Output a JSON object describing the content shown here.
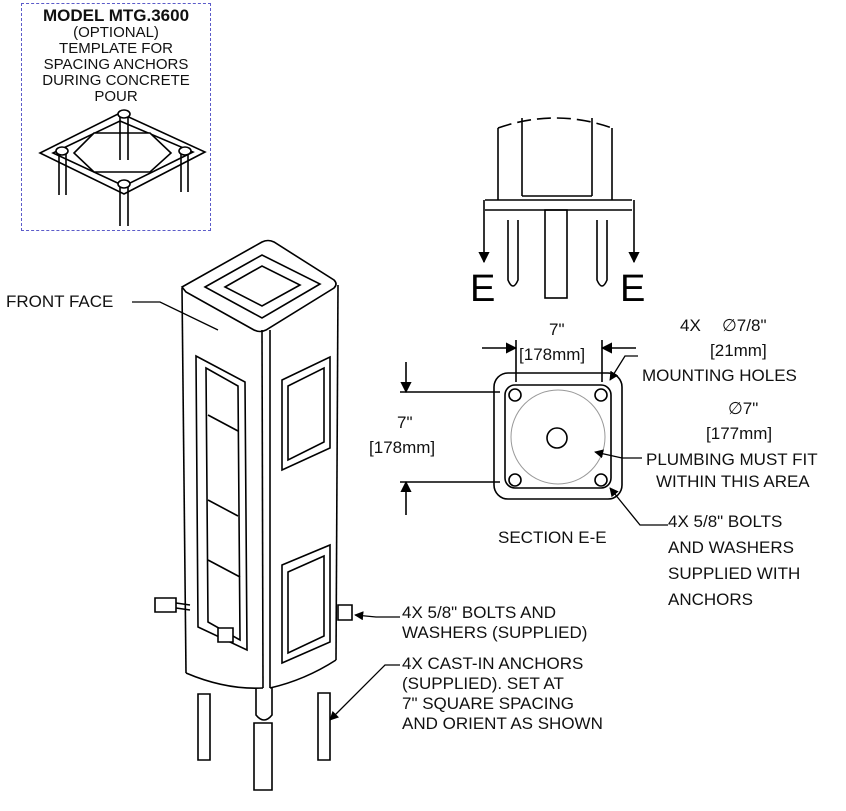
{
  "template_inset": {
    "title": "MODEL MTG.3600",
    "lines": [
      "(OPTIONAL)",
      "TEMPLATE FOR",
      "SPACING ANCHORS",
      "DURING CONCRETE",
      "POUR"
    ]
  },
  "front_face_label": "FRONT FACE",
  "section_cut_letters": [
    "E",
    "E"
  ],
  "section_view": {
    "width_dim_in": "7\"",
    "width_dim_mm": "178mm",
    "height_dim_in": "7\"",
    "height_dim_mm": "178mm",
    "holes_callout": {
      "count": "4X",
      "diameter_in": "∅7/8\"",
      "diameter_mm": "21mm",
      "label": "MOUNTING HOLES"
    },
    "plumbing_callout": {
      "diameter_in": "∅7\"",
      "diameter_mm": "177mm",
      "lines": [
        "PLUMBING MUST FIT",
        "WITHIN THIS AREA"
      ]
    },
    "title": "SECTION E-E"
  },
  "section_bolts_callout": [
    "4X 5/8\" BOLTS",
    "AND WASHERS",
    "SUPPLIED WITH",
    "ANCHORS"
  ],
  "main_bolts_callout": [
    "4X 5/8\" BOLTS AND",
    "WASHERS (SUPPLIED)"
  ],
  "anchors_callout": [
    "4X CAST-IN ANCHORS",
    "(SUPPLIED).  SET AT",
    "7\" SQUARE SPACING",
    "AND ORIENT AS SHOWN"
  ]
}
